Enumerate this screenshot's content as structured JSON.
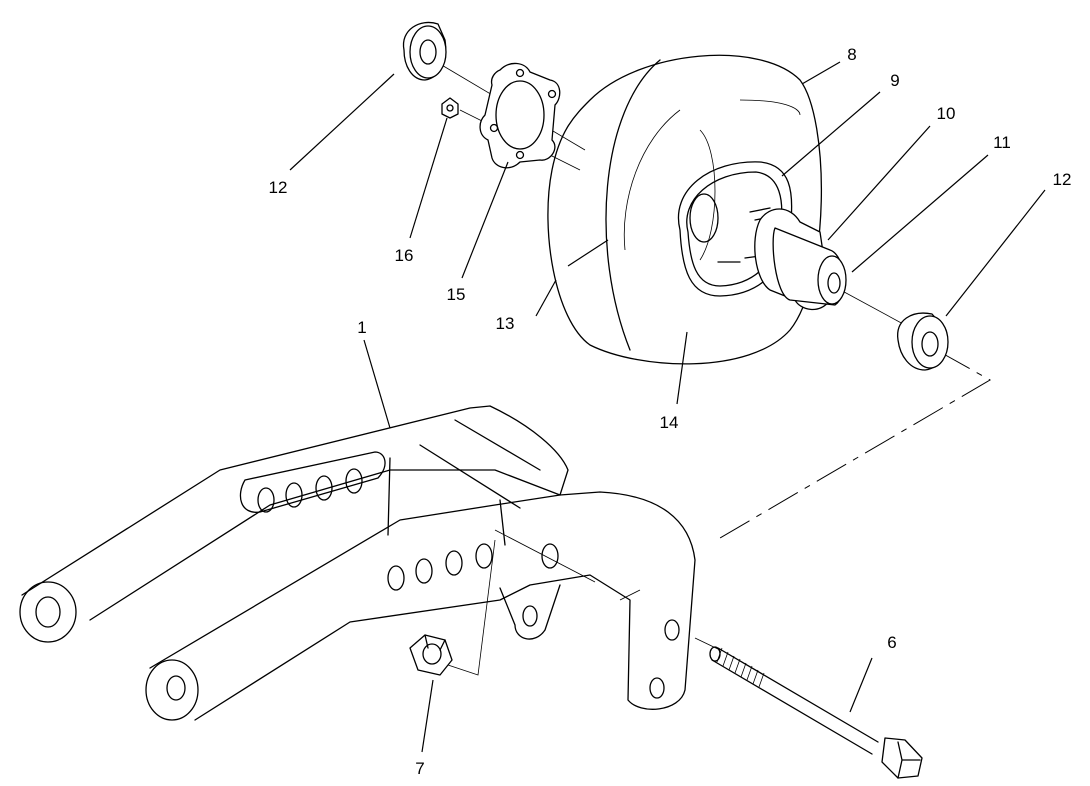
{
  "callouts": {
    "c1": "1",
    "c6": "6",
    "c7": "7",
    "c8": "8",
    "c9": "9",
    "c10": "10",
    "c11": "11",
    "c12a": "12",
    "c12b": "12",
    "c13": "13",
    "c14": "14",
    "c15": "15",
    "c16": "16"
  }
}
